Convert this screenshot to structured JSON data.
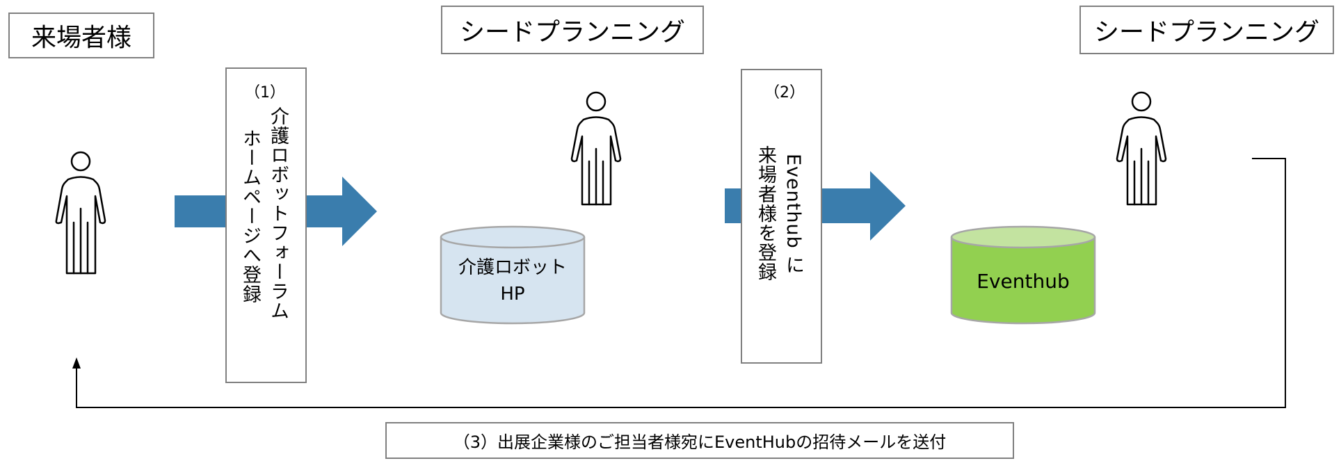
{
  "actors": {
    "visitor": {
      "label": "来場者様"
    },
    "seed_planning_1": {
      "label": "シードプランニング"
    },
    "seed_planning_2": {
      "label": "シードプランニング"
    }
  },
  "steps": {
    "step1": {
      "number": "（1）",
      "line1": "介護ロボットフォーラム",
      "line2": "ホームページへ登録"
    },
    "step2": {
      "number": "（2）",
      "line1": "Eventhub に",
      "line2": "来場者様を登録"
    },
    "step3": {
      "text": "（3）出展企業様のご担当者様宛にEventHubの招待メールを送付"
    }
  },
  "databases": {
    "hp": {
      "line1": "介護ロボット",
      "line2": "HP"
    },
    "eventhub": {
      "label": "Eventhub"
    }
  },
  "colors": {
    "arrow": "#3a7dad",
    "db_hp_fill": "#d6e4f0",
    "db_eventhub_fill": "#92d050",
    "db_eventhub_top": "#c3e3a0",
    "border": "#7f7f7f",
    "db_border": "#a6a6a6"
  }
}
